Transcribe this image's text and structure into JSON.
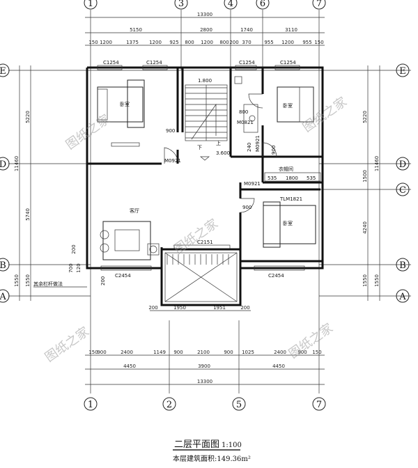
{
  "title": "二层平面图",
  "scale": "1:100",
  "area_note": "本层建筑面积:149.36m²",
  "watermark": "图纸之家",
  "axes": {
    "top": [
      "1",
      "3",
      "4",
      "6",
      "7"
    ],
    "bottom": [
      "1",
      "2",
      "5",
      "7"
    ],
    "left": [
      "E",
      "D",
      "B",
      "A"
    ],
    "right": [
      "E",
      "D",
      "C",
      "B",
      "A"
    ]
  },
  "dims_top": {
    "total": "13300",
    "row1": [
      "5150",
      "2800",
      "1740",
      "3110"
    ],
    "row2": [
      "150",
      "1200",
      "1375",
      "1200",
      "925",
      "800",
      "1200",
      "800",
      "200",
      "370",
      "955",
      "1200",
      "955",
      "150"
    ]
  },
  "dims_bottom": {
    "row1": [
      "150",
      "900",
      "2400",
      "1149",
      "900",
      "2100",
      "900",
      "1025",
      "2400",
      "900",
      "150"
    ],
    "row2": [
      "4450",
      "3900",
      "4450"
    ],
    "total": "13300",
    "balcony": [
      "200",
      "1950",
      "1951",
      "200"
    ]
  },
  "dims_left": {
    "outer": "11460",
    "parts": [
      "5220",
      "5740",
      "1550"
    ],
    "small": [
      "120",
      "700",
      "200"
    ]
  },
  "dims_right": {
    "outer": "11460",
    "parts": [
      "5220",
      "1500",
      "4240",
      "1550"
    ]
  },
  "rooms": {
    "bed1": "卧室",
    "bed2": "卧室",
    "bed3": "卧室",
    "living": "客厅",
    "closet": "衣帽间",
    "stair_up": "上",
    "stair_down": "下"
  },
  "openings": {
    "c1254_a": "C1254",
    "c1254_b": "C1254",
    "c1254_c": "C1254",
    "c1254_d": "C1254",
    "c2454_a": "C2454",
    "c2454_b": "C2454",
    "c2151": "C2151",
    "m0921_a": "M0921",
    "m0921_b": "M0921",
    "m0921_c": "M0921",
    "m0821": "M0821",
    "tlm": "TLM1821"
  },
  "notes": {
    "slab": "3.600",
    "n1800": "1.800",
    "rail": "其余栏杆做法",
    "d900a": "900",
    "d900b": "900",
    "d900c": "900",
    "d800": "800",
    "d535a": "535",
    "d535b": "535",
    "d1800": "1800",
    "d240": "240",
    "d200": "200"
  }
}
